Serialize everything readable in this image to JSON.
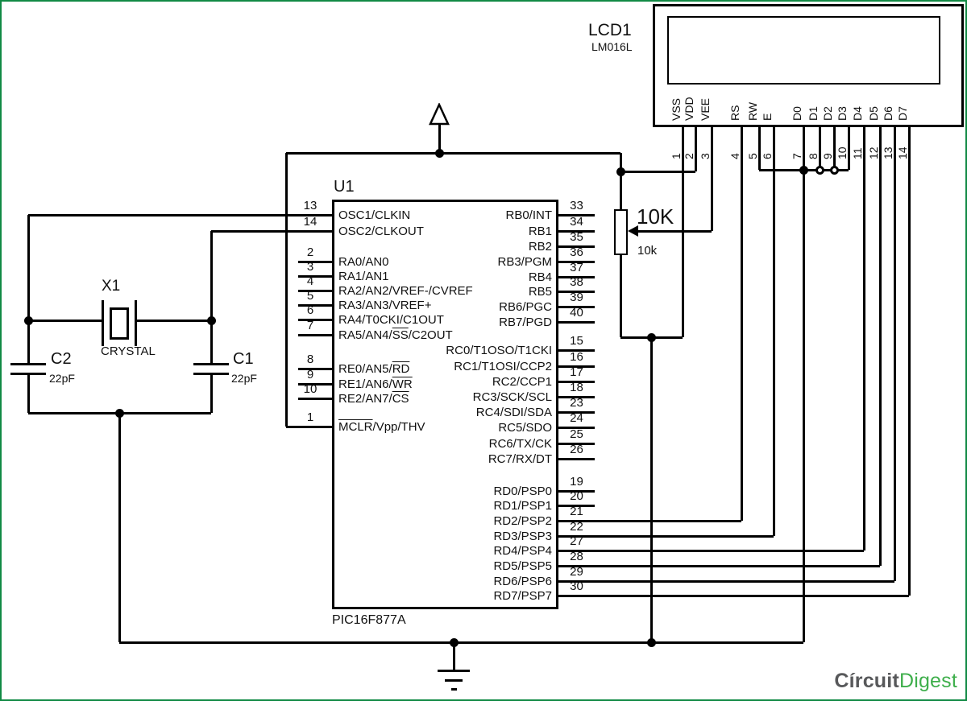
{
  "meta": {
    "frame_color": "#118a44",
    "background": "#ffffff",
    "line_color": "#000000"
  },
  "lcd": {
    "ref": "LCD1",
    "part": "LM016L",
    "pins": [
      {
        "num": "1",
        "name": "VSS"
      },
      {
        "num": "2",
        "name": "VDD"
      },
      {
        "num": "3",
        "name": "VEE"
      },
      {
        "num": "4",
        "name": "RS"
      },
      {
        "num": "5",
        "name": "RW"
      },
      {
        "num": "6",
        "name": "E"
      },
      {
        "num": "7",
        "name": "D0"
      },
      {
        "num": "8",
        "name": "D1"
      },
      {
        "num": "9",
        "name": "D2"
      },
      {
        "num": "10",
        "name": "D3"
      },
      {
        "num": "11",
        "name": "D4"
      },
      {
        "num": "12",
        "name": "D5"
      },
      {
        "num": "13",
        "name": "D6"
      },
      {
        "num": "14",
        "name": "D7"
      }
    ]
  },
  "mcu": {
    "ref": "U1",
    "part": "PIC16F877A",
    "left_pins": [
      {
        "num": "13",
        "label": [
          {
            "t": "OSC1/CLKIN"
          }
        ]
      },
      {
        "num": "14",
        "label": [
          {
            "t": "OSC2/CLKOUT"
          }
        ]
      },
      {
        "num": "2",
        "label": [
          {
            "t": "RA0/AN0"
          }
        ]
      },
      {
        "num": "3",
        "label": [
          {
            "t": "RA1/AN1"
          }
        ]
      },
      {
        "num": "4",
        "label": [
          {
            "t": "RA2/AN2/VREF-/CVREF"
          }
        ]
      },
      {
        "num": "5",
        "label": [
          {
            "t": "RA3/AN3/VREF+"
          }
        ]
      },
      {
        "num": "6",
        "label": [
          {
            "t": "RA4/T0CKI/C1OUT"
          }
        ]
      },
      {
        "num": "7",
        "label": [
          {
            "t": "RA5/AN4/"
          },
          {
            "t": "SS",
            "o": true
          },
          {
            "t": "/C2OUT"
          }
        ]
      },
      {
        "num": "8",
        "label": [
          {
            "t": "RE0/AN5/"
          },
          {
            "t": "RD",
            "o": true
          }
        ]
      },
      {
        "num": "9",
        "label": [
          {
            "t": "RE1/AN6/"
          },
          {
            "t": "WR",
            "o": true
          }
        ]
      },
      {
        "num": "10",
        "label": [
          {
            "t": "RE2/AN7/"
          },
          {
            "t": "CS",
            "o": true
          }
        ]
      },
      {
        "num": "1",
        "label": [
          {
            "t": "MCLR",
            "o": true
          },
          {
            "t": "/Vpp/THV"
          }
        ]
      }
    ],
    "right_pins": [
      {
        "num": "33",
        "label": [
          {
            "t": "RB0/INT"
          }
        ]
      },
      {
        "num": "34",
        "label": [
          {
            "t": "RB1"
          }
        ]
      },
      {
        "num": "35",
        "label": [
          {
            "t": "RB2"
          }
        ]
      },
      {
        "num": "36",
        "label": [
          {
            "t": "RB3/PGM"
          }
        ]
      },
      {
        "num": "37",
        "label": [
          {
            "t": "RB4"
          }
        ]
      },
      {
        "num": "38",
        "label": [
          {
            "t": "RB5"
          }
        ]
      },
      {
        "num": "39",
        "label": [
          {
            "t": "RB6/PGC"
          }
        ]
      },
      {
        "num": "40",
        "label": [
          {
            "t": "RB7/PGD"
          }
        ]
      },
      {
        "num": "15",
        "label": [
          {
            "t": "RC0/T1OSO/T1CKI"
          }
        ]
      },
      {
        "num": "16",
        "label": [
          {
            "t": "RC1/T1OSI/CCP2"
          }
        ]
      },
      {
        "num": "17",
        "label": [
          {
            "t": "RC2/CCP1"
          }
        ]
      },
      {
        "num": "18",
        "label": [
          {
            "t": "RC3/SCK/SCL"
          }
        ]
      },
      {
        "num": "23",
        "label": [
          {
            "t": "RC4/SDI/SDA"
          }
        ]
      },
      {
        "num": "24",
        "label": [
          {
            "t": "RC5/SDO"
          }
        ]
      },
      {
        "num": "25",
        "label": [
          {
            "t": "RC6/TX/CK"
          }
        ]
      },
      {
        "num": "26",
        "label": [
          {
            "t": "RC7/RX/DT"
          }
        ]
      },
      {
        "num": "19",
        "label": [
          {
            "t": "RD0/PSP0"
          }
        ]
      },
      {
        "num": "20",
        "label": [
          {
            "t": "RD1/PSP1"
          }
        ]
      },
      {
        "num": "21",
        "label": [
          {
            "t": "RD2/PSP2"
          }
        ]
      },
      {
        "num": "22",
        "label": [
          {
            "t": "RD3/PSP3"
          }
        ]
      },
      {
        "num": "27",
        "label": [
          {
            "t": "RD4/PSP4"
          }
        ]
      },
      {
        "num": "28",
        "label": [
          {
            "t": "RD5/PSP5"
          }
        ]
      },
      {
        "num": "29",
        "label": [
          {
            "t": "RD6/PSP6"
          }
        ]
      },
      {
        "num": "30",
        "label": [
          {
            "t": "RD7/PSP7"
          }
        ]
      }
    ]
  },
  "crystal": {
    "ref": "X1",
    "label": "CRYSTAL"
  },
  "capacitors": [
    {
      "ref": "C2",
      "value": "22pF"
    },
    {
      "ref": "C1",
      "value": "22pF"
    }
  ],
  "potentiometer": {
    "ref": "10K",
    "value": "10k"
  },
  "logo": {
    "primary": "Círcuit",
    "secondary": "Digest",
    "primary_color": "#58595b",
    "secondary_color": "#3faf4c"
  }
}
